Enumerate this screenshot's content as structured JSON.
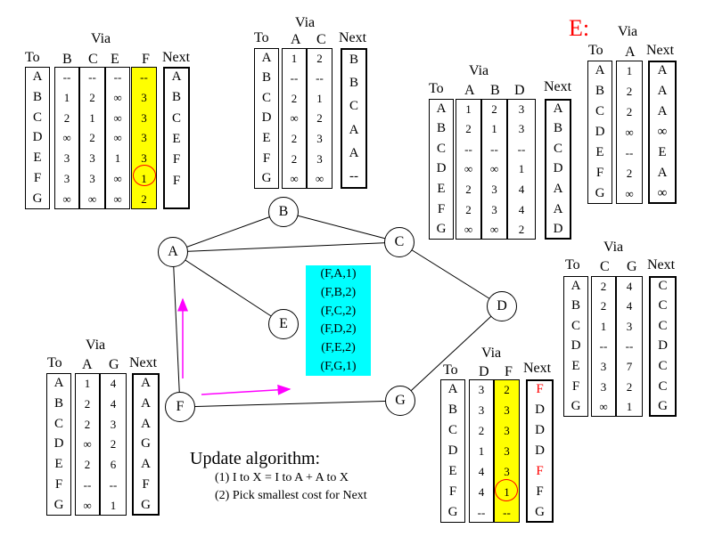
{
  "inf": "∞",
  "nodes": [
    "A",
    "B",
    "C",
    "D",
    "E",
    "F",
    "G"
  ],
  "labels": {
    "to": "To",
    "via": "Via",
    "next": "Next"
  },
  "tableF_top": {
    "via": [
      "B",
      "C",
      "E",
      "F"
    ],
    "B": [
      "--",
      "1",
      "2",
      "∞",
      "3",
      "3",
      "∞"
    ],
    "C": [
      "--",
      "2",
      "1",
      "2",
      "3",
      "3",
      "∞"
    ],
    "E": [
      "--",
      "∞",
      "∞",
      "∞",
      "1",
      "∞",
      "∞"
    ],
    "F": [
      "--",
      "3",
      "3",
      "3",
      "3",
      "1",
      "2"
    ],
    "next": [
      "A",
      "B",
      "C",
      "E",
      "F",
      "F"
    ]
  },
  "tableB": {
    "via": [
      "A",
      "C"
    ],
    "A": [
      "1",
      "--",
      "2",
      "∞",
      "2",
      "2",
      "∞"
    ],
    "C": [
      "2",
      "--",
      "1",
      "2",
      "3",
      "3",
      "∞"
    ],
    "next": [
      "B",
      "B",
      "C",
      "A",
      "A",
      "--"
    ]
  },
  "tableC": {
    "via": [
      "A",
      "B",
      "D"
    ],
    "A": [
      "1",
      "2",
      "--",
      "∞",
      "2",
      "2",
      "∞"
    ],
    "B": [
      "2",
      "1",
      "--",
      "∞",
      "3",
      "3",
      "∞"
    ],
    "D": [
      "3",
      "3",
      "--",
      "1",
      "4",
      "4",
      "2"
    ],
    "next": [
      "A",
      "B",
      "C",
      "D",
      "A",
      "A",
      "D"
    ]
  },
  "tableE": {
    "title": "E:",
    "via": [
      "A"
    ],
    "A": [
      "1",
      "2",
      "2",
      "∞",
      "--",
      "2",
      "∞"
    ],
    "next": [
      "A",
      "A",
      "A",
      "∞",
      "E",
      "A",
      "∞"
    ]
  },
  "tableD": {
    "via": [
      "C",
      "G"
    ],
    "C": [
      "2",
      "2",
      "1",
      "--",
      "3",
      "3",
      "∞"
    ],
    "G": [
      "4",
      "4",
      "3",
      "--",
      "7",
      "2",
      "1"
    ],
    "next": [
      "C",
      "C",
      "C",
      "D",
      "C",
      "C",
      "G"
    ]
  },
  "tableF": {
    "via": [
      "A",
      "G"
    ],
    "A": [
      "1",
      "2",
      "2",
      "∞",
      "2",
      "--",
      "∞"
    ],
    "G": [
      "4",
      "4",
      "3",
      "2",
      "6",
      "--",
      "1"
    ],
    "next": [
      "A",
      "A",
      "A",
      "G",
      "A",
      "F",
      "G"
    ]
  },
  "tableG": {
    "via": [
      "D",
      "F"
    ],
    "D": [
      "3",
      "3",
      "2",
      "1",
      "4",
      "4",
      "--"
    ],
    "F": [
      "2",
      "3",
      "3",
      "3",
      "3",
      "1",
      "--"
    ],
    "next": [
      "F",
      "D",
      "D",
      "D",
      "F",
      "F",
      "G"
    ],
    "next_red": [
      true,
      false,
      false,
      false,
      true,
      false,
      false
    ]
  },
  "graph_nodes": {
    "A": "A",
    "B": "B",
    "C": "C",
    "D": "D",
    "E": "E",
    "F": "F",
    "G": "G"
  },
  "messages": [
    "(F,A,1)",
    "(F,B,2)",
    "(F,C,2)",
    "(F,D,2)",
    "(F,E,2)",
    "(F,G,1)"
  ],
  "update": {
    "title": "Update algorithm:",
    "rule1": "(1) I to X = I to A + A to X",
    "rule2": "(2) Pick smallest cost for Next"
  },
  "colors": {
    "highlight": "#ffff00",
    "message_box": "#00ffff",
    "arrow": "#ff00ff",
    "update_red": "#ff0000"
  }
}
